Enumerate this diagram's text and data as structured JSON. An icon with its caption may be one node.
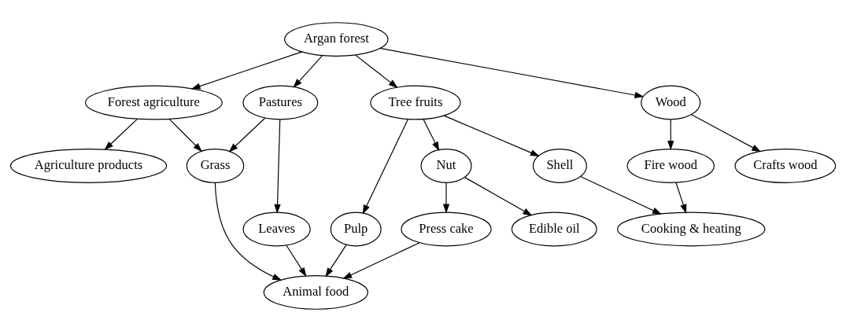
{
  "diagram": {
    "nodes": [
      {
        "text": [
          "Argan forest"
        ]
      },
      {
        "text": [
          "Forest agriculture"
        ]
      },
      {
        "text": [
          "Pastures"
        ]
      },
      {
        "text": [
          "Tree fruits"
        ]
      },
      {
        "text": [
          "Wood"
        ]
      },
      {
        "text": [
          "Grass"
        ]
      },
      {
        "text": [
          "Leaves"
        ]
      },
      {
        "text": [
          "Pulp"
        ]
      },
      {
        "text": [
          "Nut"
        ]
      },
      {
        "text": [
          "Shell"
        ]
      },
      {
        "text": [
          "Fire wood"
        ]
      },
      {
        "text": [
          "Press cake"
        ]
      },
      {
        "text": [
          "Agriculture products"
        ]
      },
      {
        "text": [
          "Animal food"
        ]
      },
      {
        "text": [
          "Edible oil"
        ]
      },
      {
        "text": [
          "Cooking & heating"
        ]
      },
      {
        "text": [
          "Crafts wood"
        ]
      }
    ],
    "edges": [
      {
        "from": 0,
        "to": 1,
        "arrow": "to"
      },
      {
        "from": 0,
        "to": 2,
        "arrow": "to"
      },
      {
        "from": 0,
        "to": 3,
        "arrow": "to"
      },
      {
        "from": 0,
        "to": 4,
        "arrow": "to"
      },
      {
        "from": 1,
        "to": 5,
        "arrow": "to"
      },
      {
        "from": 1,
        "to": 12,
        "arrow": "to"
      },
      {
        "from": 2,
        "to": 5,
        "arrow": "to"
      },
      {
        "from": 2,
        "to": 6,
        "arrow": "to"
      },
      {
        "from": 3,
        "to": 7,
        "arrow": "to"
      },
      {
        "from": 3,
        "to": 8,
        "arrow": "to"
      },
      {
        "from": 3,
        "to": 9,
        "arrow": "to"
      },
      {
        "from": 4,
        "to": 10,
        "arrow": "to"
      },
      {
        "from": 4,
        "to": 16,
        "arrow": "to"
      },
      {
        "from": 5,
        "to": 13,
        "arrow": "to"
      },
      {
        "from": 6,
        "to": 13,
        "arrow": "to"
      },
      {
        "from": 7,
        "to": 13,
        "arrow": "to"
      },
      {
        "from": 8,
        "to": 11,
        "arrow": "to"
      },
      {
        "from": 8,
        "to": 14,
        "arrow": "to"
      },
      {
        "from": 11,
        "to": 13,
        "arrow": "to"
      },
      {
        "from": 9,
        "to": 15,
        "arrow": "to"
      },
      {
        "from": 10,
        "to": 15,
        "arrow": "to"
      }
    ]
  }
}
